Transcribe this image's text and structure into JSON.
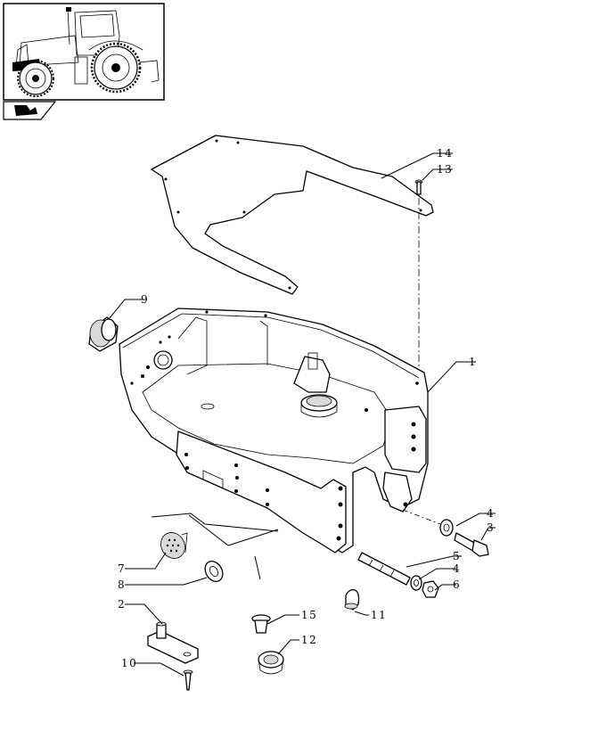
{
  "labels": {
    "l1": "1",
    "l2": "2",
    "l3": "3",
    "l4a": "4",
    "l4b": "4",
    "l5": "5",
    "l6": "6",
    "l7": "7",
    "l8": "8",
    "l9": "9",
    "l10": "10",
    "l11": "11",
    "l12": "12",
    "l13": "13",
    "l14": "14",
    "l15": "15"
  },
  "icons": {
    "thumbnail": "tractor-thumbnail-icon",
    "nav": "page-turn-arrow-icon"
  }
}
